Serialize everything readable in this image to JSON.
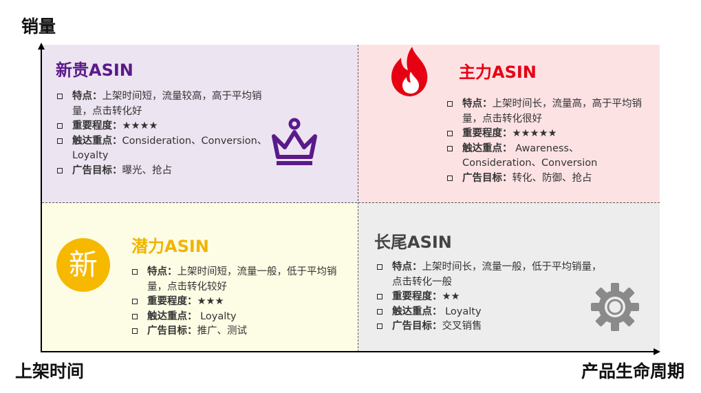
{
  "axes": {
    "y_title": "销量",
    "x_start_label": "上架时间",
    "x_end_label": "产品生命周期"
  },
  "quadrants": {
    "top_left": {
      "title": "新贵ASIN",
      "title_color": "#5a1a8a",
      "bg_color": "#ece4f0",
      "icon": "crown-icon",
      "items": [
        {
          "label": "特点：",
          "text": "上架时间短，流量较高，高于平均销量，点击转化好"
        },
        {
          "label": "重要程度：",
          "text": "★★★★"
        },
        {
          "label": "触达重点：",
          "text": "Consideration、Conversion、Loyalty"
        },
        {
          "label": "广告目标：",
          "text": "曝光、抢占"
        }
      ]
    },
    "top_right": {
      "title": "主力ASIN",
      "title_color": "#e60012",
      "bg_color": "#fde2e4",
      "icon": "fire-icon",
      "items": [
        {
          "label": "特点：",
          "text": "上架时间长，流量高，高于平均销量，点击转化很好"
        },
        {
          "label": "重要程度：",
          "text": "★★★★★"
        },
        {
          "label": "触达重点：",
          "text": " Awareness、 Consideration、Conversion"
        },
        {
          "label": "广告目标：",
          "text": "转化、防御、抢占"
        }
      ]
    },
    "bottom_left": {
      "title": "潜力ASIN",
      "title_color": "#f0b400",
      "bg_color": "#fdfde5",
      "icon": "new-badge-icon",
      "badge_text": "新",
      "items": [
        {
          "label": "特点：",
          "text": "上架时间短，流量一般，低于平均销量，点击转化较好"
        },
        {
          "label": "重要程度：",
          "text": "★★★"
        },
        {
          "label": "触达重点：",
          "text": " Loyalty"
        },
        {
          "label": "广告目标：",
          "text": "推广、测试"
        }
      ]
    },
    "bottom_right": {
      "title": "长尾ASIN",
      "title_color": "#444444",
      "bg_color": "#ededed",
      "icon": "gear-icon",
      "items": [
        {
          "label": "特点：",
          "text": "上架时间长，流量一般，低于平均销量，点击转化一般"
        },
        {
          "label": "重要程度：",
          "text": "★★"
        },
        {
          "label": "触达重点：",
          "text": " Loyalty"
        },
        {
          "label": "广告目标：",
          "text": "交叉销售"
        }
      ]
    }
  }
}
